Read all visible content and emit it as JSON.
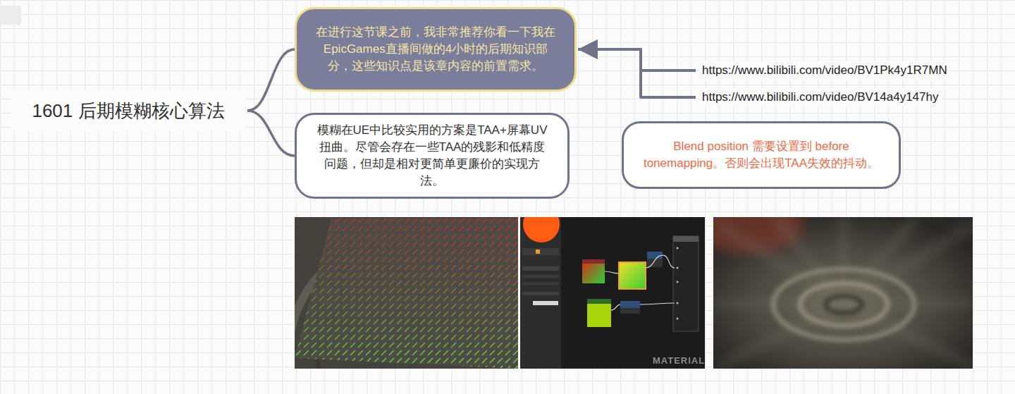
{
  "diagram": {
    "nodes": [
      {
        "text": [
          "1601 后期模糊核心算法"
        ]
      },
      {
        "text": [
          "在进行这节课之前，我非常推荐你看一下我在EpicGames直播间做的4小时的后期知识部分，这些知识点是该章内容的前置需求。"
        ]
      },
      {
        "text": [
          "https://www.bilibili.com/video/BV1Pk4y1R7MN"
        ]
      },
      {
        "text": [
          "https://www.bilibili.com/video/BV14a4y147hy"
        ]
      },
      {
        "text": [
          "模糊在UE中比较实用的方案是TAA+屏幕UV扭曲。尽管会存在一些TAA的残影和低精度问题，但却是相对更简单更廉价的实现方法。"
        ]
      },
      {
        "text": [
          "Blend position 需要设置到 before tonemapping。否则会出现TAA失效的抖动。"
        ]
      }
    ],
    "edges": [
      {
        "from": 0,
        "to": 1,
        "arrow": "none"
      },
      {
        "from": 0,
        "to": 4,
        "arrow": "none"
      },
      {
        "from": 2,
        "to": 1,
        "arrow": "to"
      },
      {
        "from": 3,
        "to": 1,
        "arrow": "to"
      }
    ],
    "labels": [
      "MATERIAL"
    ]
  }
}
